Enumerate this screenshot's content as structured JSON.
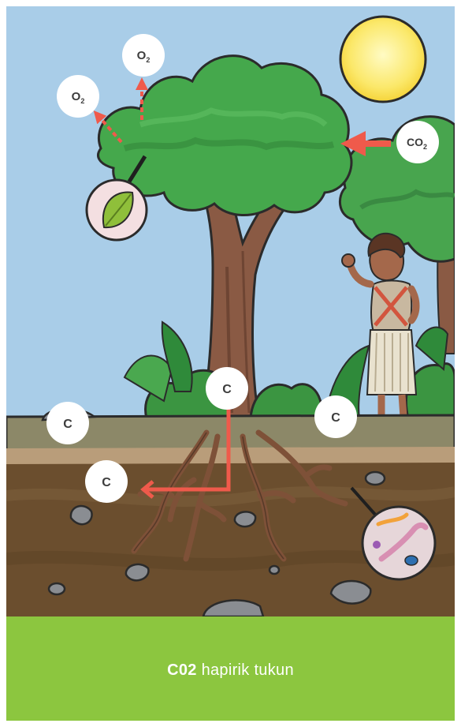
{
  "labels": {
    "o2_left": "O",
    "o2_left_sub": "2",
    "o2_top": "O",
    "o2_top_sub": "2",
    "co2": "CO",
    "co2_sub": "2",
    "c_trunk": "C",
    "c_left_ground": "C",
    "c_right_ground": "C",
    "c_root": "C"
  },
  "caption": {
    "bold": "C02",
    "text": " hapirik tukun"
  },
  "colors": {
    "sky": "#a9cde8",
    "sun": "#fbea6e",
    "foliage": "#3a9a43",
    "trunk": "#8a5a44",
    "ground": "#7a6a4e",
    "soil": "#6b4e2e",
    "arrow": "#ef5a4b",
    "caption_band": "#8cc63f"
  }
}
